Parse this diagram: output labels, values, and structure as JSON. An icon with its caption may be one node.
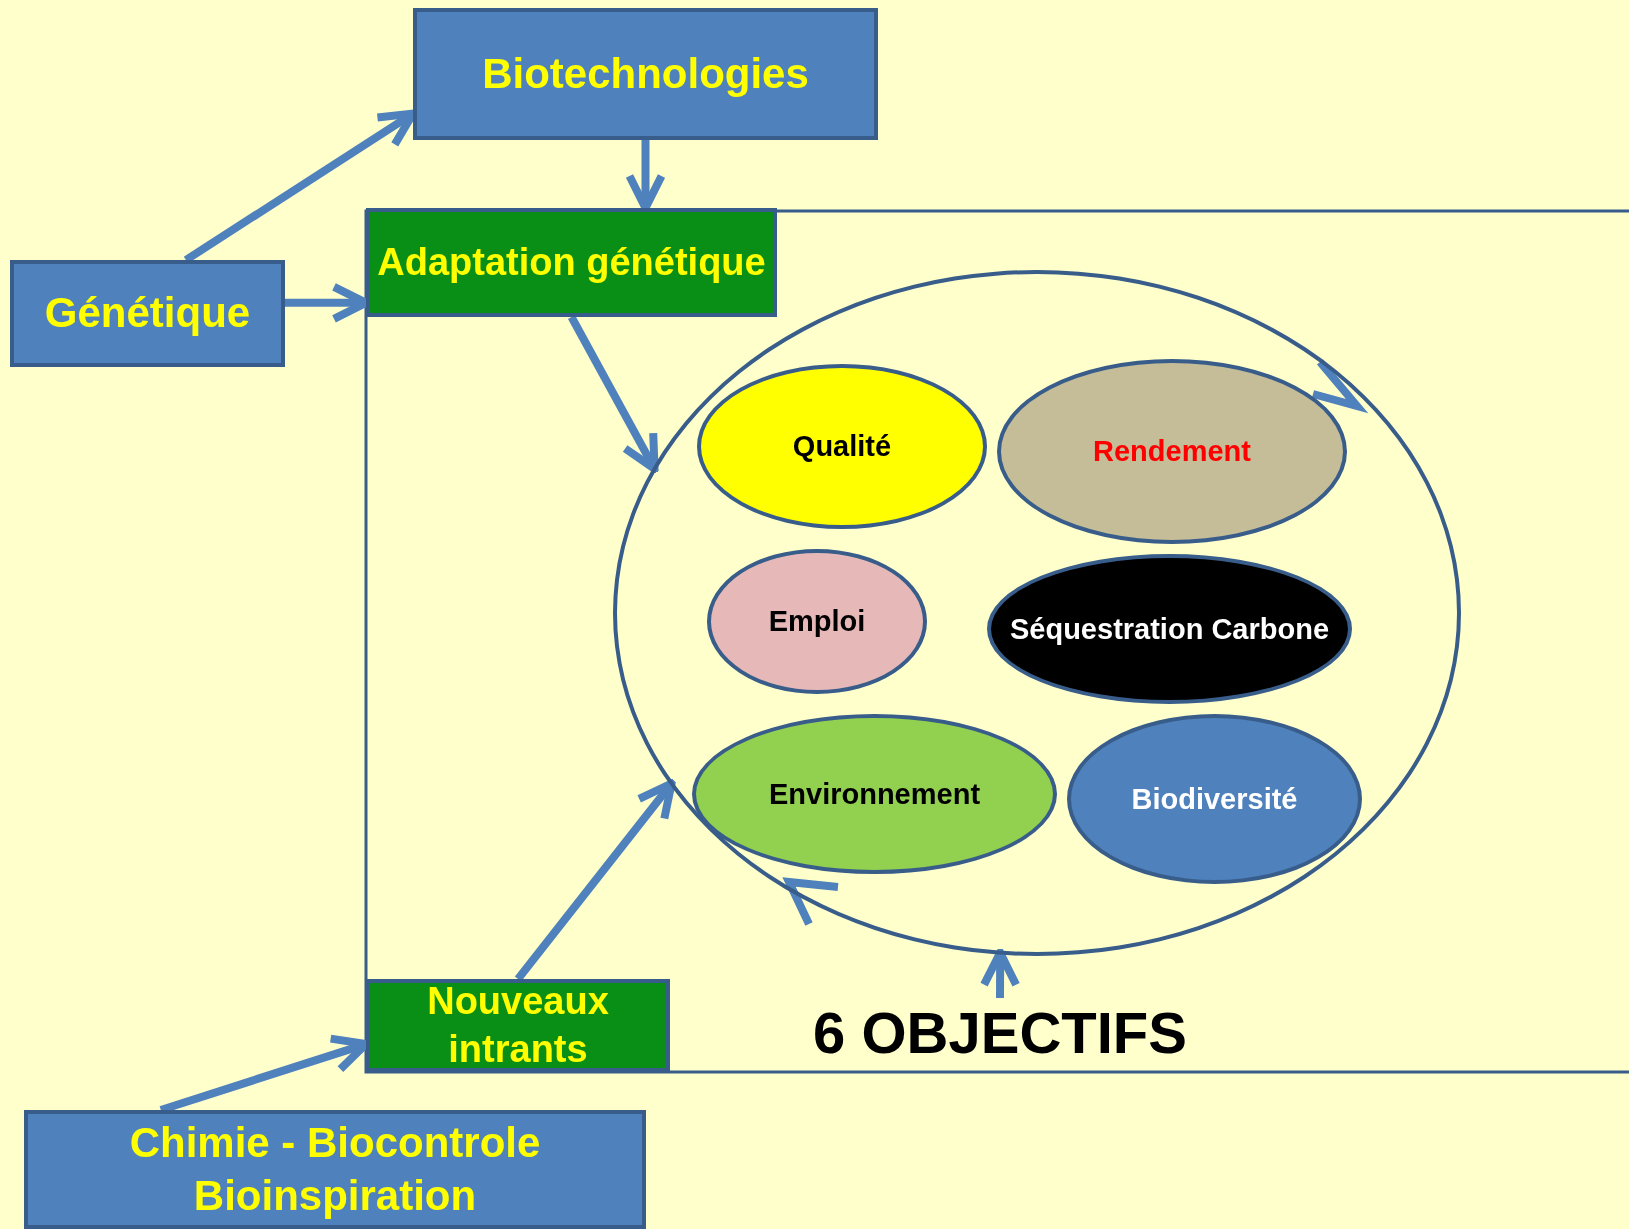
{
  "diagram": {
    "nodes": [
      {
        "text": [
          "Biotechnologies"
        ]
      },
      {
        "text": [
          "Génétique"
        ]
      },
      {
        "text": [
          "Adaptation génétique"
        ]
      },
      {
        "text": [],
        "shape": "circle"
      },
      {
        "text": [
          "Qualité"
        ],
        "in": 3
      },
      {
        "text": [
          "Rendement"
        ],
        "in": 3
      },
      {
        "text": [
          "Emploi"
        ],
        "in": 3
      },
      {
        "text": [
          "Séquestration Carbone"
        ],
        "in": 3
      },
      {
        "text": [
          "Environnement"
        ],
        "in": 3
      },
      {
        "text": [
          "Biodiversité"
        ],
        "in": 3
      },
      {
        "text": [
          "Nouveaux intrants"
        ]
      },
      {
        "text": [
          "6 OBJECTIFS"
        ]
      },
      {
        "text": [
          "Chimie - Biocontrole Bioinspiration"
        ]
      }
    ],
    "edges": [
      {
        "from": 1,
        "to": 0,
        "arrow": "to"
      },
      {
        "from": 0,
        "to": 2,
        "arrow": "to"
      },
      {
        "from": 1,
        "to": 2,
        "arrow": "to"
      },
      {
        "from": 2,
        "to": 3,
        "arrow": "to"
      },
      {
        "from": 10,
        "to": 3,
        "arrow": "to"
      },
      {
        "from": 11,
        "to": 3,
        "arrow": "to"
      },
      {
        "from": 12,
        "to": 10,
        "arrow": "to"
      }
    ]
  }
}
